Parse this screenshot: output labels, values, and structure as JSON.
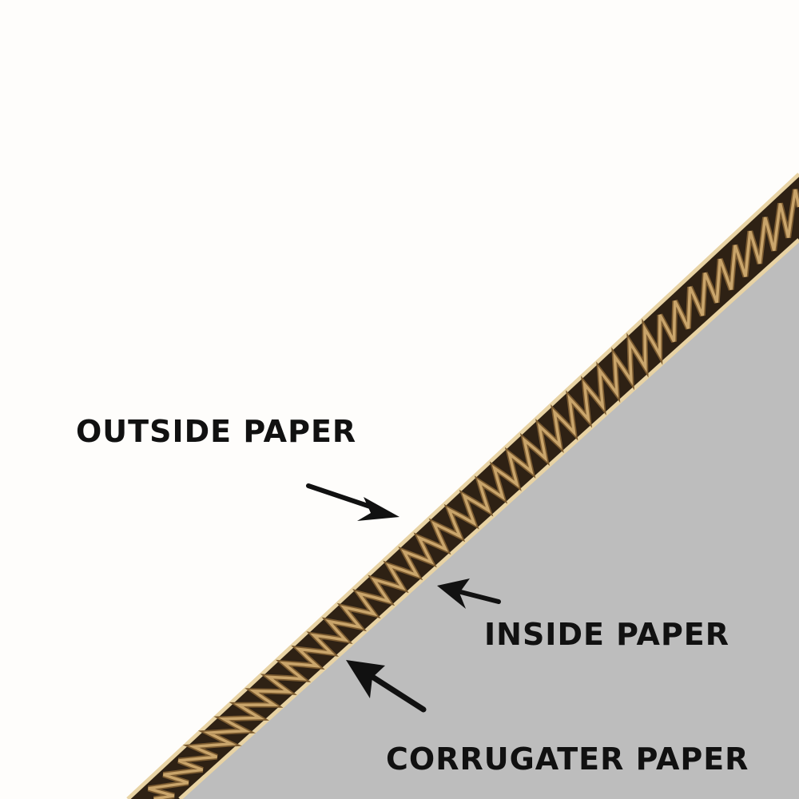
{
  "labels": {
    "outside": "OUTSIDE PAPER",
    "inside": "INSIDE PAPER",
    "corrugater": "CORRUGATER PAPER"
  },
  "colors": {
    "background": "#fefdfb",
    "inside_surface": "#bdbdbd",
    "kraft_light": "#e8d3a4",
    "kraft_mid": "#b48a4e",
    "kraft_dark": "#3a2a18",
    "label_text": "#111111",
    "arrow": "#111111"
  }
}
